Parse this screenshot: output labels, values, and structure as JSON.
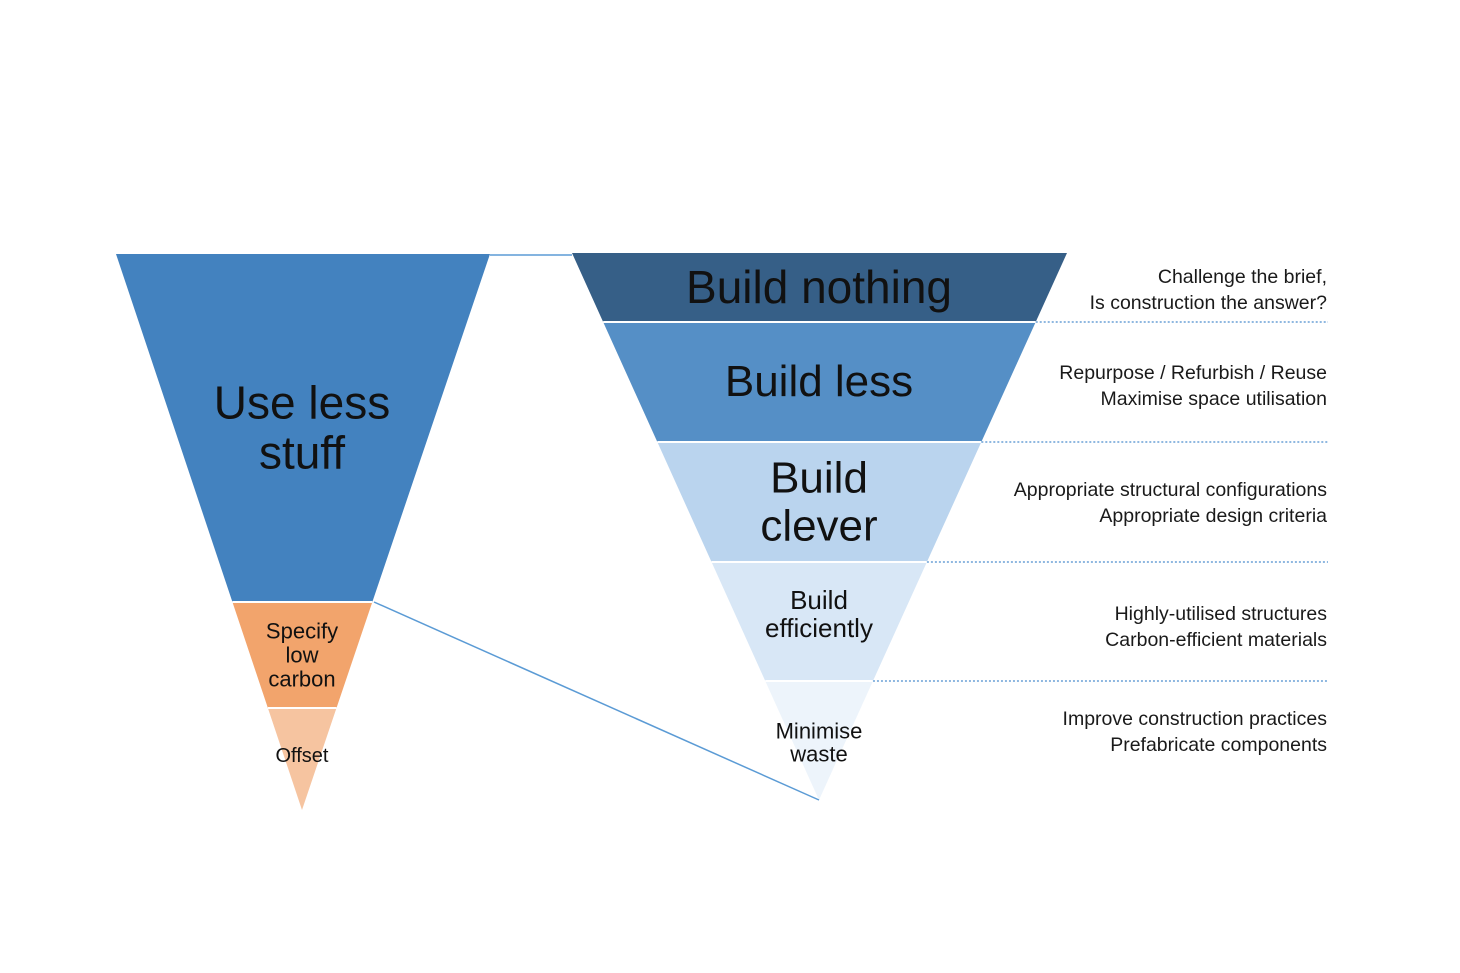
{
  "left_funnel": {
    "tiers": [
      {
        "label": "Use less stuff",
        "lines": [
          "Use less",
          "stuff"
        ],
        "color": "#4382bf"
      },
      {
        "label": "Specify low carbon",
        "lines": [
          "Specify",
          "low",
          "carbon"
        ],
        "color": "#f2a46c"
      },
      {
        "label": "Offset",
        "lines": [
          "Offset"
        ],
        "color": "#f6c4a0"
      }
    ]
  },
  "right_funnel": {
    "tiers": [
      {
        "label": "Build nothing",
        "lines": [
          "Build nothing"
        ],
        "color": "#365f87",
        "notes": [
          "Challenge the brief,",
          "Is construction the answer?"
        ]
      },
      {
        "label": "Build less",
        "lines": [
          "Build less"
        ],
        "color": "#558fc6",
        "notes": [
          "Repurpose / Refurbish / Reuse",
          "Maximise space utilisation"
        ]
      },
      {
        "label": "Build clever",
        "lines": [
          "Build",
          "clever"
        ],
        "color": "#bad4ee",
        "notes": [
          "Appropriate structural configurations",
          "Appropriate design criteria"
        ]
      },
      {
        "label": "Build efficiently",
        "lines": [
          "Build",
          "efficiently"
        ],
        "color": "#d8e7f6",
        "notes": [
          "Highly-utilised structures",
          "Carbon-efficient materials"
        ]
      },
      {
        "label": "Minimise waste",
        "lines": [
          "Minimise",
          "waste"
        ],
        "color": "#edf4fb",
        "notes": [
          "Improve construction practices",
          "Prefabricate components"
        ]
      }
    ]
  },
  "colors": {
    "connector": "#5b9bd5",
    "divider_dots": "#8fb8e0",
    "band_separator": "#ffffff"
  }
}
